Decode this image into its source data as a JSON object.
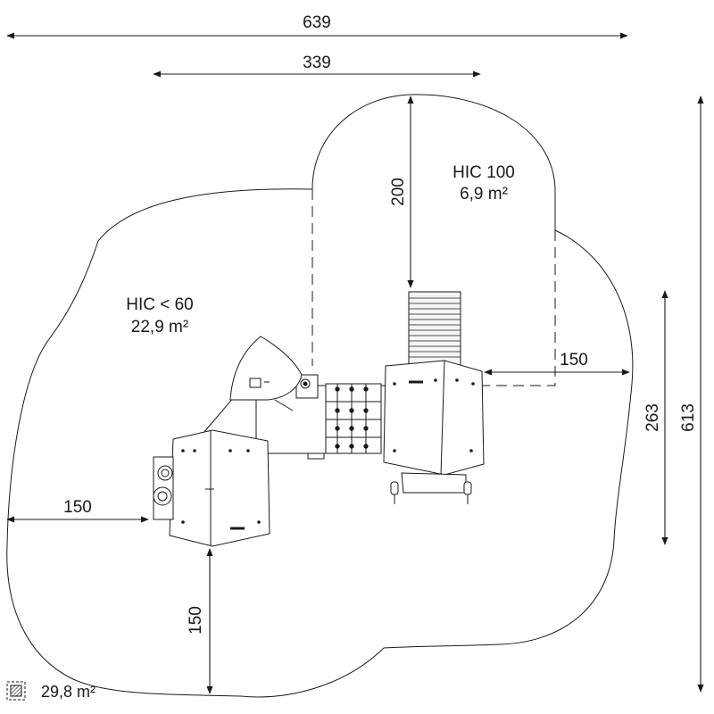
{
  "dimensions": {
    "total_width": "639",
    "upper_width": "339",
    "total_height": "613",
    "right_inner_height": "263",
    "top_zone_depth": "200",
    "right_clearance": "150",
    "left_clearance": "150",
    "bottom_clearance": "150"
  },
  "zones": {
    "hic_100": {
      "label": "HIC 100",
      "area": "6,9 m²"
    },
    "hic_60": {
      "label": "HIC < 60",
      "area": "22,9 m²"
    }
  },
  "legend": {
    "total_area": "29,8 m²",
    "icon": "hatched-square-icon"
  },
  "colors": {
    "line": "#1a1a1a",
    "fill": "#ffffff",
    "equipment": "#f2f2f2"
  }
}
